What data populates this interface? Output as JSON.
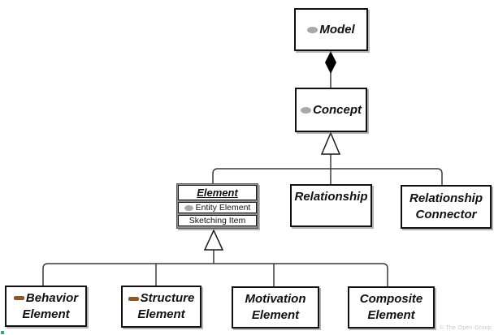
{
  "diagram": {
    "copyright": "© The Open Group",
    "nodes": {
      "model": {
        "label": "Model",
        "icon": "gray-ellipse"
      },
      "concept": {
        "label": "Concept",
        "icon": "gray-ellipse"
      },
      "element": {
        "title": "Element",
        "members": [
          {
            "label": "Entity Element",
            "icon": "gray-ellipse"
          },
          {
            "label": "Sketching Item",
            "icon": ""
          }
        ]
      },
      "relationship": {
        "label": "Relationship"
      },
      "relationship_connector": {
        "lines": [
          "Relationship",
          "Connector"
        ]
      },
      "behavior_element": {
        "lines": [
          "Behavior",
          "Element"
        ],
        "icon": "brown-bar"
      },
      "structure_element": {
        "lines": [
          "Structure",
          "Element"
        ],
        "icon": "brown-bar"
      },
      "motivation_element": {
        "lines": [
          "Motivation",
          "Element"
        ]
      },
      "composite_element": {
        "lines": [
          "Composite",
          "Element"
        ]
      }
    },
    "edges": [
      {
        "from": "Model",
        "to": "Concept",
        "type": "composition"
      },
      {
        "from": "Concept",
        "to": "Element",
        "type": "generalization"
      },
      {
        "from": "Concept",
        "to": "Relationship",
        "type": "generalization"
      },
      {
        "from": "Concept",
        "to": "Relationship Connector",
        "type": "generalization"
      },
      {
        "from": "Element",
        "to": "Behavior Element",
        "type": "generalization"
      },
      {
        "from": "Element",
        "to": "Structure Element",
        "type": "generalization"
      },
      {
        "from": "Element",
        "to": "Motivation Element",
        "type": "generalization"
      },
      {
        "from": "Element",
        "to": "Composite Element",
        "type": "generalization"
      }
    ],
    "colors": {
      "box_border": "#111111",
      "connector": "#3a3a3a",
      "compartment_frame": "#8f8f8f",
      "ellipse_icon": "#a9a9a9",
      "brown_icon": "#8a5a2b",
      "copyright_text": "#c9c9c9",
      "corner_mark": "#3aa08d"
    }
  }
}
